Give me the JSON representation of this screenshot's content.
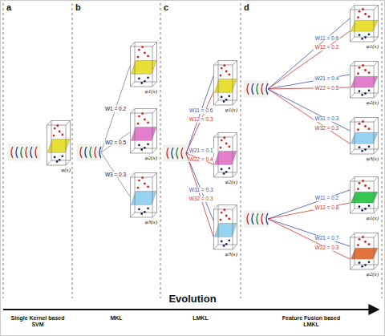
{
  "diagram": {
    "nodes": [
      {
        "text": [
          "φ(x)"
        ]
      },
      {
        "text": [
          "φ1(x)"
        ]
      },
      {
        "text": [
          "φ2(x)"
        ]
      },
      {
        "text": [
          "φ3(x)"
        ]
      },
      {
        "text": [
          "φ1(x)"
        ]
      },
      {
        "text": [
          "φ2(x)"
        ]
      },
      {
        "text": [
          "φ3(x)"
        ]
      },
      {
        "text": [
          "φ1(x)"
        ]
      },
      {
        "text": [
          "φ2(x)"
        ]
      },
      {
        "text": [
          "φ3(x)"
        ]
      },
      {
        "text": [
          "φ1(x)"
        ]
      },
      {
        "text": [
          "φ2(x)"
        ]
      }
    ],
    "labels": [
      "a",
      "b",
      "c",
      "d",
      "W1 = 0.2",
      "W2 = 0.5",
      "W3 = 0.3",
      "W11 = 0.6",
      "W12 = 0.3",
      "W21 = 0.1",
      "W22 = 0.4",
      "W31 = 0.3",
      "W32 = 0.3",
      "W11 = 0.6",
      "W12 = 0.2",
      "W21 = 0.4",
      "W22 = 0.5",
      "W31 = 0.3",
      "W32 = 0.3",
      "W11 = 0.2",
      "W12 = 0.8",
      "W21 = 0.7",
      "W22 = 0.3",
      "Evolution",
      "Single Kernel based SVM",
      "MKL",
      "LMKL",
      "Feature Fusion based LMKL"
    ]
  }
}
